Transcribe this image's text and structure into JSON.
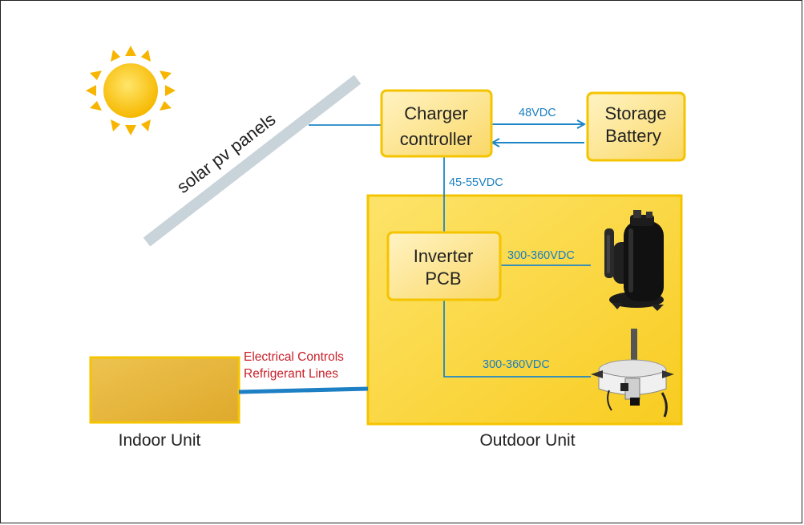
{
  "nodes": {
    "charger_line1": "Charger",
    "charger_line2": "controller",
    "battery_line1": "Storage",
    "battery_line2": "Battery",
    "inverter_line1": "Inverter",
    "inverter_line2": "PCB",
    "indoor_caption": "Indoor Unit",
    "outdoor_caption": "Outdoor Unit",
    "solar_label": "solar pv panels"
  },
  "edges": {
    "charger_battery": "48VDC",
    "charger_inverter": "45-55VDC",
    "inverter_compressor": "300-360VDC",
    "inverter_fan_motor": "300-360VDC",
    "indoor_outdoor_line1": "Electrical Controls",
    "indoor_outdoor_line2": "Refrigerant Lines"
  },
  "icons": [
    "sun-icon",
    "compressor-icon",
    "fan-motor-icon"
  ],
  "colors": {
    "box_fill": "#fbe9a0",
    "box_stroke": "#f5c400",
    "outdoor_fill": "#fcd83a",
    "indoor_fill": "#e6b83c",
    "blue_line": "#1f86c6",
    "refrigerant_line": "#1d7fc4",
    "red_text": "#c8202a",
    "panel_gray": "#c9d3da"
  }
}
